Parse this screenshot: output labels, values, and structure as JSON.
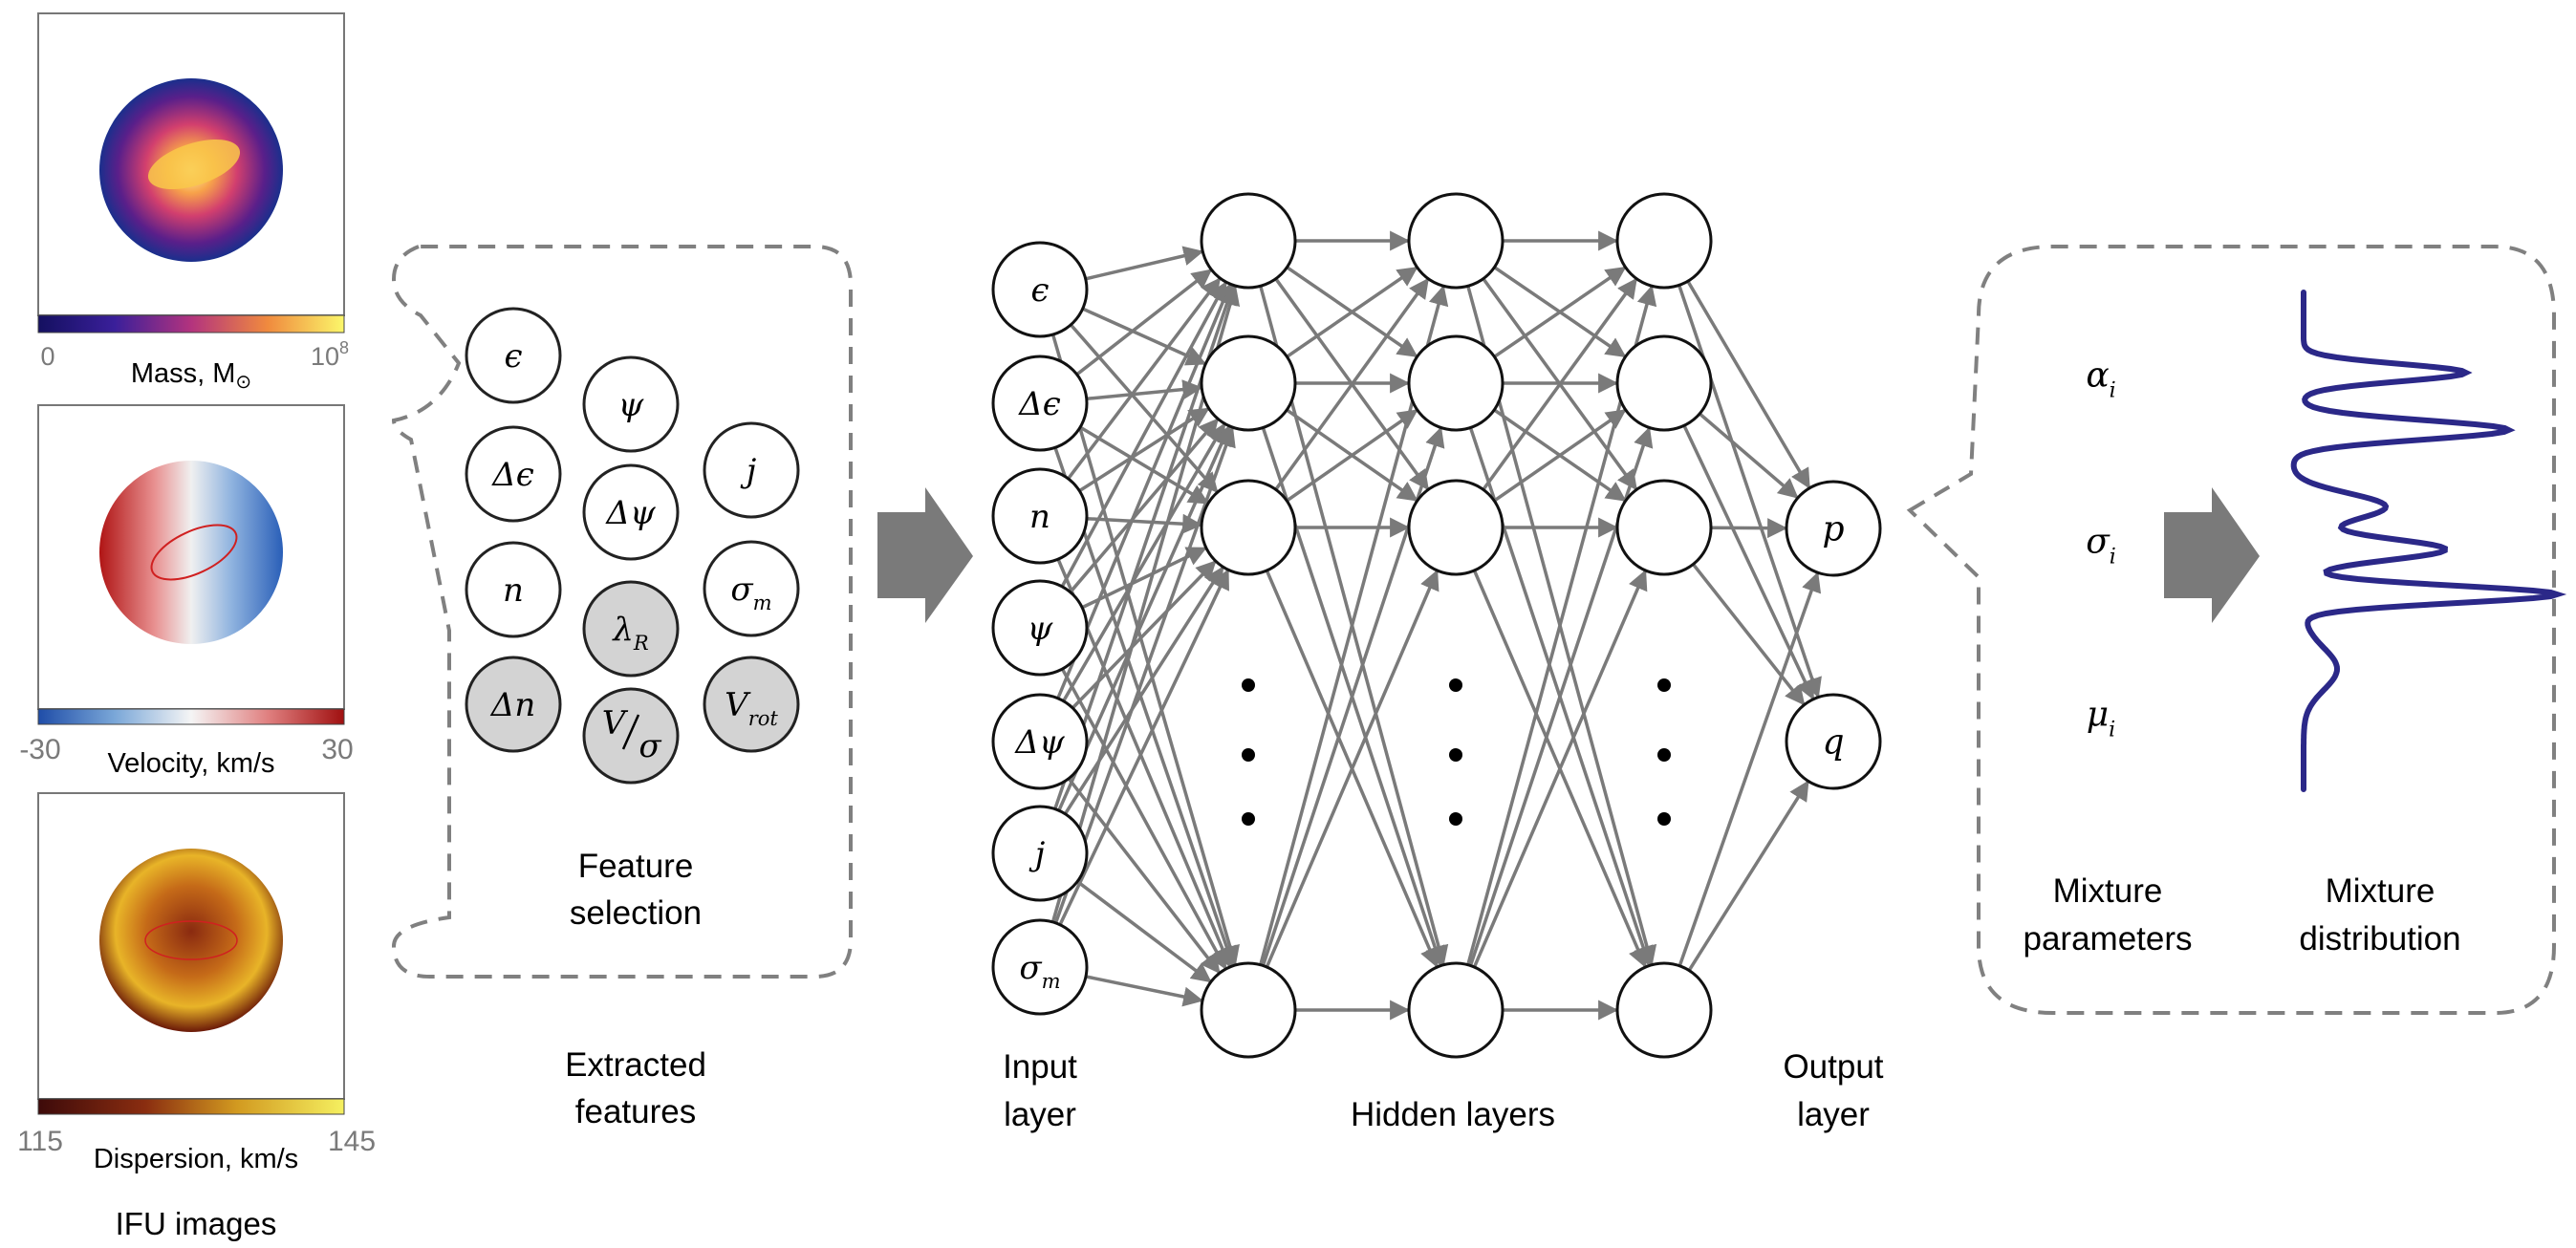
{
  "ifu": {
    "mass": {
      "min_label": "0",
      "max_label": "10",
      "max_exp": "8",
      "caption_main": "Mass, M",
      "caption_sub": "⊙"
    },
    "velocity": {
      "min_label": "-30",
      "max_label": "30",
      "caption": "Velocity, km/s"
    },
    "dispersion": {
      "min_label": "115",
      "max_label": "145",
      "caption": "Dispersion, km/s"
    },
    "section_caption": "IFU images"
  },
  "features": {
    "column1": [
      {
        "base": "ϵ",
        "sub": "",
        "selected": false
      },
      {
        "base": "Δϵ",
        "sub": "",
        "selected": false
      },
      {
        "base": "n",
        "sub": "",
        "selected": false
      },
      {
        "base": "Δn",
        "sub": "",
        "selected": true
      }
    ],
    "column2": [
      {
        "base": "ψ",
        "sub": "",
        "selected": false
      },
      {
        "base": "Δψ",
        "sub": "",
        "selected": false
      },
      {
        "base": "λ",
        "sub": "R",
        "selected": true
      }
    ],
    "v_over_sigma": {
      "top": "V",
      "bottom": "σ",
      "selected": true
    },
    "column3": [
      {
        "base": "j",
        "sub": "",
        "selected": false
      },
      {
        "base": "σ",
        "sub": "m",
        "selected": false
      },
      {
        "base": "V",
        "sub": "rot",
        "selected": true
      }
    ],
    "box_caption_line1": "Feature",
    "box_caption_line2": "selection",
    "section_caption_line1": "Extracted",
    "section_caption_line2": "features"
  },
  "network": {
    "inputs": [
      {
        "base": "ϵ",
        "sub": ""
      },
      {
        "base": "Δϵ",
        "sub": ""
      },
      {
        "base": "n",
        "sub": ""
      },
      {
        "base": "ψ",
        "sub": ""
      },
      {
        "base": "Δψ",
        "sub": ""
      },
      {
        "base": "j",
        "sub": ""
      },
      {
        "base": "σ",
        "sub": "m"
      }
    ],
    "outputs": [
      {
        "base": "p",
        "sub": ""
      },
      {
        "base": "q",
        "sub": ""
      }
    ],
    "input_caption_line1": "Input",
    "input_caption_line2": "layer",
    "hidden_caption": "Hidden layers",
    "output_caption_line1": "Output",
    "output_caption_line2": "layer"
  },
  "mixture": {
    "params": [
      {
        "base": "α",
        "sub": "i"
      },
      {
        "base": "σ",
        "sub": "i"
      },
      {
        "base": "μ",
        "sub": "i"
      }
    ],
    "params_caption_line1": "Mixture",
    "params_caption_line2": "parameters",
    "dist_caption_line1": "Mixture",
    "dist_caption_line2": "distribution",
    "curve_color": "#2b2888"
  },
  "colors": {
    "node_selected": "#d3d3d3",
    "arrow_gray": "#7a7a7a",
    "dashed_gray": "#808080"
  }
}
